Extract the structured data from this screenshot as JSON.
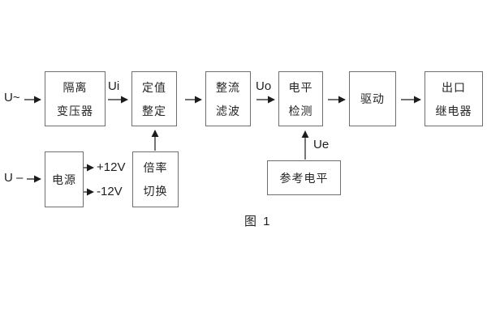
{
  "diagram": {
    "caption": "图 1",
    "inputs": {
      "ac": "U~",
      "dc": "U –"
    },
    "signals": {
      "ui": "Ui",
      "uo": "Uo",
      "ue": "Ue",
      "plus12": "+12V",
      "minus12": "-12V"
    },
    "blocks": {
      "isolation": {
        "line1": "隔离",
        "line2": "变压器"
      },
      "setting": {
        "line1": "定值",
        "line2": "整定"
      },
      "rectifier": {
        "line1": "整流",
        "line2": "滤波"
      },
      "level": {
        "line1": "电平",
        "line2": "检测"
      },
      "drive": {
        "line1": "驱动"
      },
      "relay": {
        "line1": "出口",
        "line2": "继电器"
      },
      "power": {
        "line1": "电源"
      },
      "ratio": {
        "line1": "倍率",
        "line2": "切换"
      },
      "reference": {
        "line1": "参考电平"
      }
    },
    "colors": {
      "box_border": "#6f6f6f",
      "text": "#252525",
      "wire": "#1c1c1c",
      "background": "#ffffff"
    }
  }
}
